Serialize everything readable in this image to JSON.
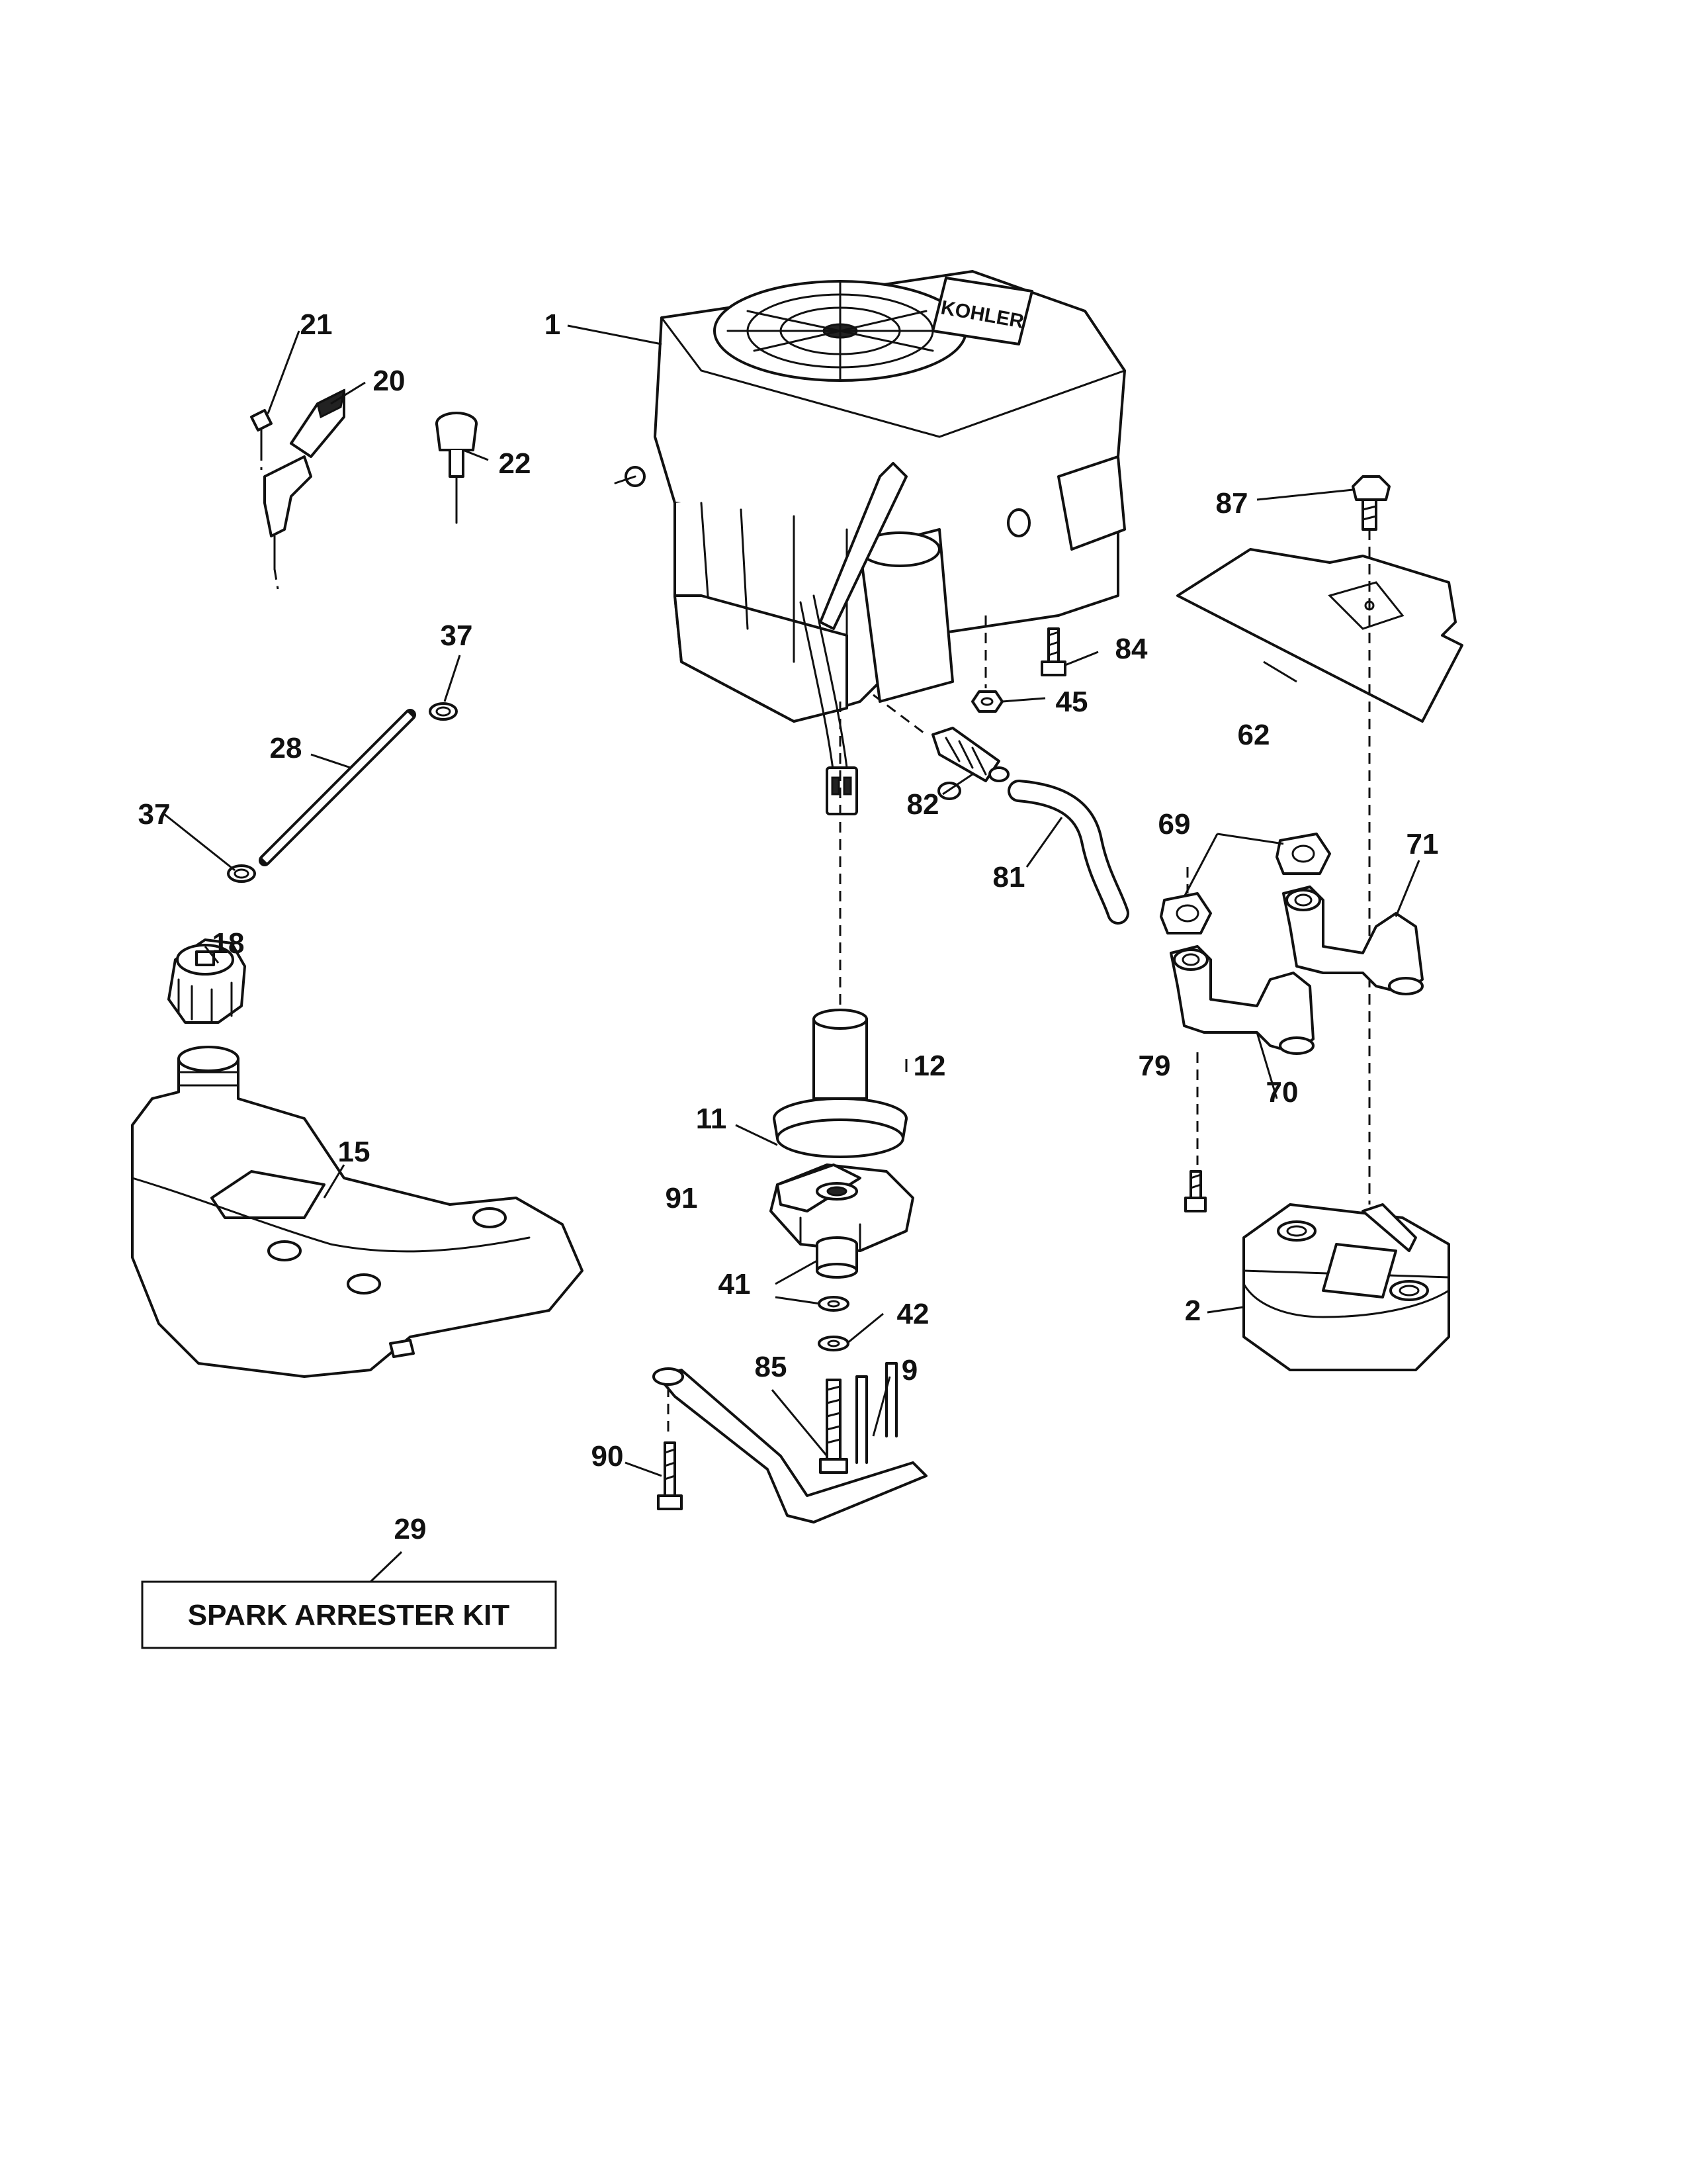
{
  "callouts": {
    "c1": "1",
    "c2": "2",
    "c9": "9",
    "c11": "11",
    "c12": "12",
    "c15": "15",
    "c18": "18",
    "c20": "20",
    "c21": "21",
    "c22": "22",
    "c28": "28",
    "c29": "29",
    "c37a": "37",
    "c37b": "37",
    "c41": "41",
    "c42": "42",
    "c45": "45",
    "c62": "62",
    "c69": "69",
    "c70": "70",
    "c71": "71",
    "c79": "79",
    "c81": "81",
    "c82": "82",
    "c84": "84",
    "c85": "85",
    "c87": "87",
    "c90": "90",
    "c91": "91"
  },
  "kit_box": {
    "label": "SPARK ARRESTER KIT"
  },
  "engine_brand": "KOHLER",
  "colors": {
    "line": "#111111",
    "background": "#ffffff"
  }
}
